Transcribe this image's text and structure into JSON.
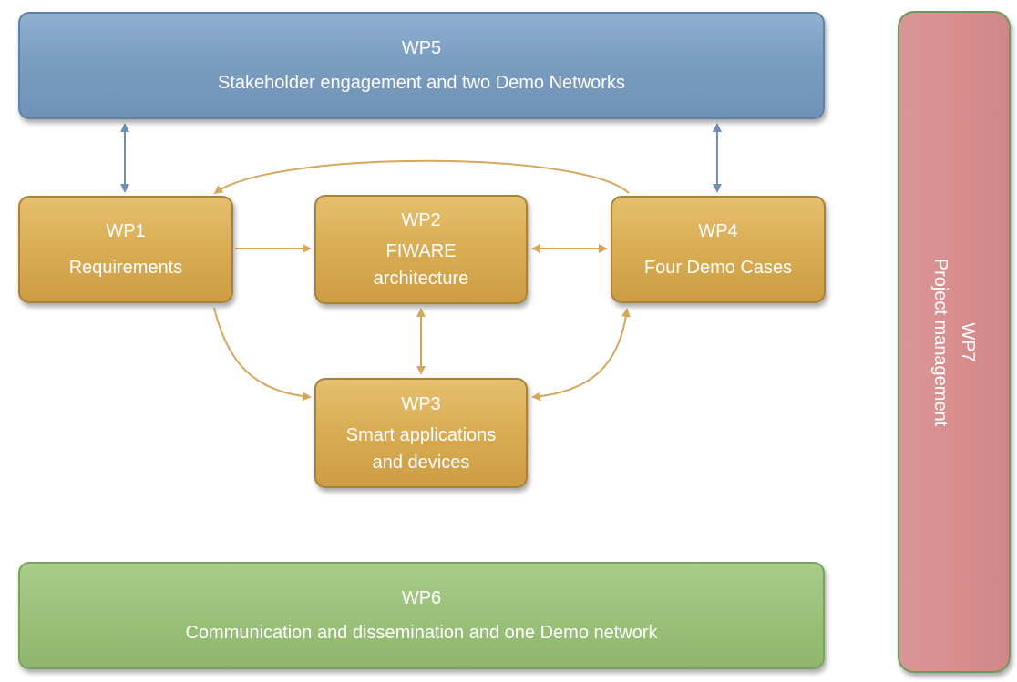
{
  "wp5": {
    "title": "WP5",
    "subtitle": "Stakeholder engagement and two Demo Networks"
  },
  "wp1": {
    "title": "WP1",
    "subtitle": "Requirements"
  },
  "wp2": {
    "title": "WP2",
    "line1": "FIWARE",
    "line2": "architecture"
  },
  "wp4": {
    "title": "WP4",
    "subtitle": "Four Demo Cases"
  },
  "wp3": {
    "title": "WP3",
    "line1": "Smart applications",
    "line2": "and devices"
  },
  "wp6": {
    "title": "WP6",
    "subtitle": "Communication and dissemination and one Demo network"
  },
  "wp7": {
    "title": "WP7",
    "subtitle": "Project management"
  },
  "colors": {
    "blue": "#7b9dc0",
    "gold": "#d9ac54",
    "green": "#9bc17a",
    "red": "#d98e8e",
    "blue_arrow": "#6f8fb3",
    "gold_arrow": "#d4a85c"
  }
}
